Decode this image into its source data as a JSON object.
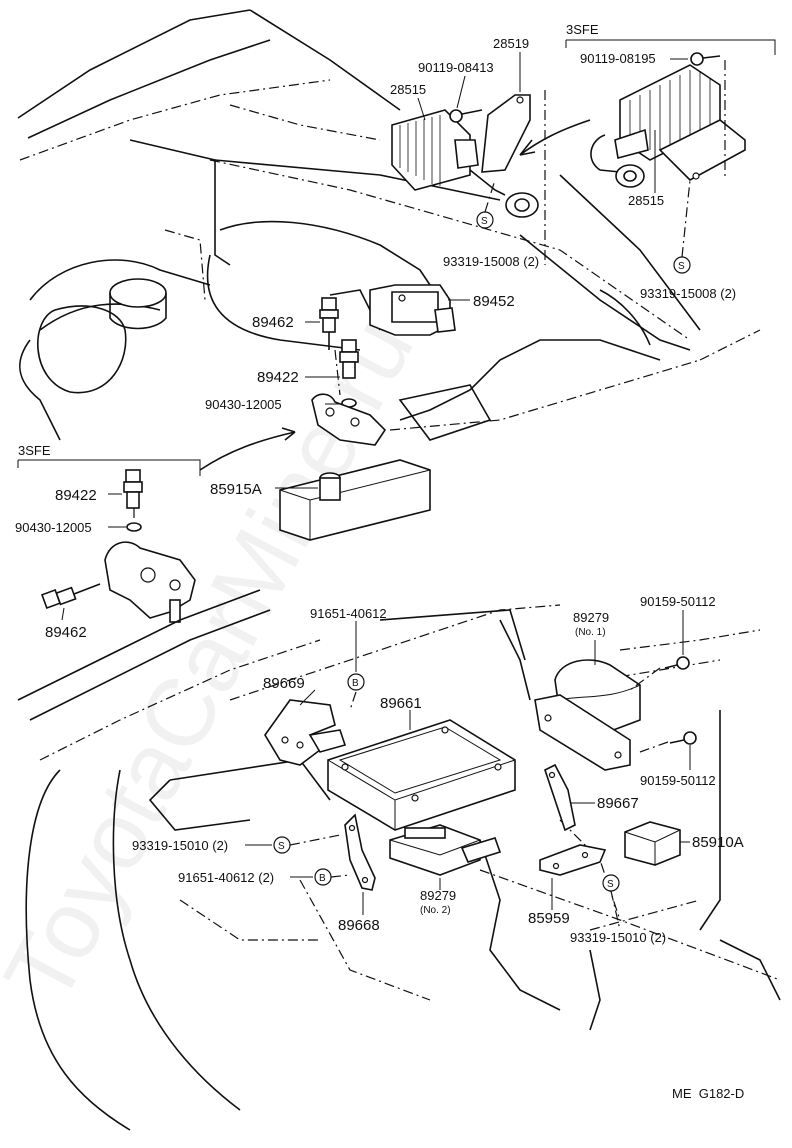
{
  "watermark": "ToyotaCarMine.ru",
  "drawing_code": "ME  G182-D",
  "variant_labels": {
    "top_right": "3SFE",
    "left": "3SFE"
  },
  "symbols": {
    "s": "S",
    "b": "B"
  },
  "callouts": {
    "p28519": "28519",
    "p90119_08413": "90119-08413",
    "p28515_left": "28515",
    "p90119_08195": "90119-08195",
    "p28515_right": "28515",
    "p93319_15008_left": "93319-15008 (2)",
    "p93319_15008_right": "93319-15008 (2)",
    "p89452": "89452",
    "p89462_top": "89462",
    "p89422_top": "89422",
    "p90430_top": "90430-12005",
    "p89422_left": "89422",
    "p90430_left": "90430-12005",
    "p89462_left": "89462",
    "p85915A": "85915A",
    "p91651_top": "91651-40612",
    "p89279_no1": "89279",
    "p89279_no1_sub": "(No. 1)",
    "p90159_top": "90159-50112",
    "p89669": "89669",
    "p89661": "89661",
    "p90159_mid": "90159-50112",
    "p89667": "89667",
    "p93319_15010_left": "93319-15010 (2)",
    "p85910A": "85910A",
    "p91651_left": "91651-40612 (2)",
    "p89279_no2": "89279",
    "p89279_no2_sub": "(No. 2)",
    "p85959": "85959",
    "p89668": "89668",
    "p93319_15010_right": "93319-15010 (2)"
  }
}
